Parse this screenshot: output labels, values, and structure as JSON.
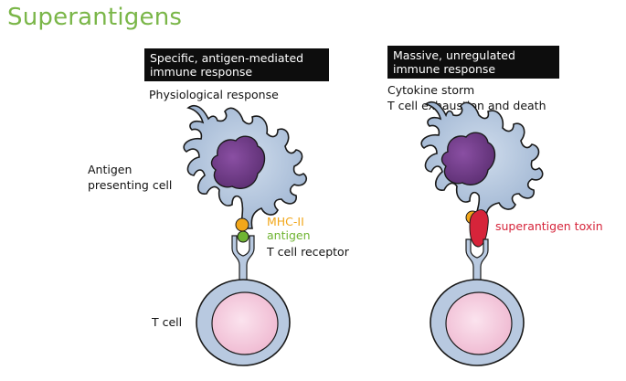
{
  "title": "Superantigens",
  "left_panel": {
    "banner_line1": "Specific, antigen-mediated",
    "banner_line2": "immune response",
    "subtitle": "Physiological response"
  },
  "right_panel": {
    "banner_line1": "Massive, unregulated",
    "banner_line2": "immune response",
    "subtitle_line1": "Cytokine storm",
    "subtitle_line2": "T cell exhaustion and death"
  },
  "labels": {
    "apc_line1": "Antigen",
    "apc_line2": "presenting cell",
    "mhc": "MHC-II",
    "antigen": "antigen",
    "tcr": "T cell receptor",
    "tcell": "T cell",
    "toxin": "superantigen toxin"
  },
  "colors": {
    "title": "#7ab648",
    "mhc": "#f2a71b",
    "antigen": "#6fb432",
    "toxin": "#d6243a",
    "cell_body": "#b8c9e0",
    "nucleus": "#6c3a82",
    "tcell_nucleus": "#f3c9dc"
  }
}
